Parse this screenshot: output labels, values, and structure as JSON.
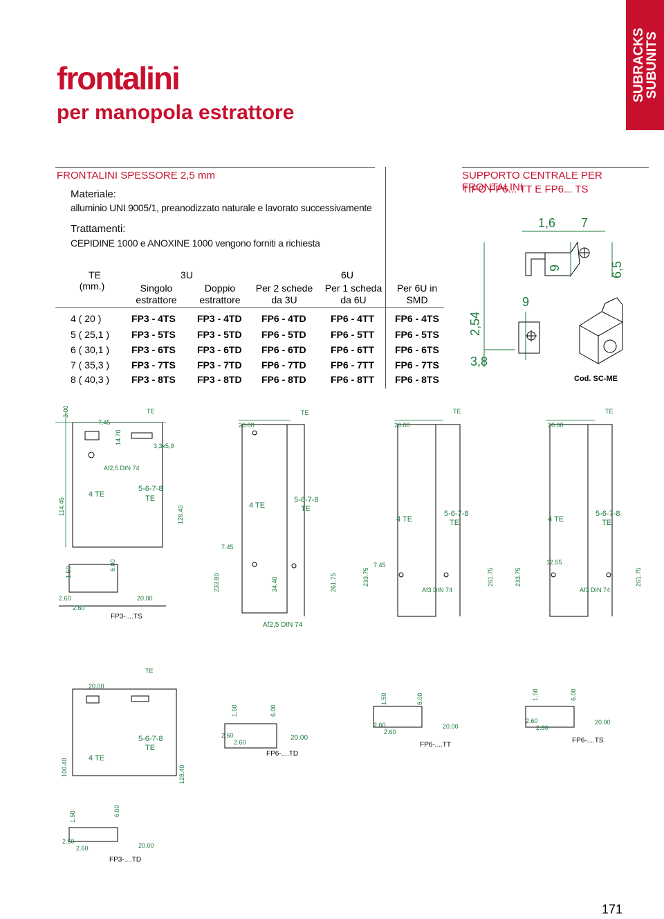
{
  "sidebar": {
    "line1": "SUBRACKS",
    "line2": "SUBUNITS"
  },
  "title": {
    "main": "frontalini",
    "sub": "per manopola estrattore"
  },
  "left": {
    "heading": "FRONTALINI SPESSORE 2,5 mm",
    "materiale_label": "Materiale:",
    "materiale_text": "alluminio UNI 9005/1, preanodizzato naturale e lavorato successivamente",
    "trattamenti_label": "Trattamenti:",
    "trattamenti_text": "CEPIDINE 1000 e ANOXINE 1000 vengono forniti a richiesta"
  },
  "table": {
    "te": "TE",
    "mm": "(mm.)",
    "group3u": "3U",
    "group6u": "6U",
    "cols": [
      "Singolo estrattore",
      "Doppio estrattore",
      "Per 2 schede da 3U",
      "Per 1 scheda da 6U",
      "Per 6U in SMD"
    ],
    "rows": [
      {
        "te": "4  ( 20 )",
        "c": [
          "FP3 - 4TS",
          "FP3 - 4TD",
          "FP6 - 4TD",
          "FP6 - 4TT",
          "FP6 - 4TS"
        ]
      },
      {
        "te": "5  ( 25,1 )",
        "c": [
          "FP3 - 5TS",
          "FP3 - 5TD",
          "FP6 - 5TD",
          "FP6 - 5TT",
          "FP6 - 5TS"
        ]
      },
      {
        "te": "6  ( 30,1 )",
        "c": [
          "FP3 - 6TS",
          "FP3 - 6TD",
          "FP6 - 6TD",
          "FP6 - 6TT",
          "FP6 - 6TS"
        ]
      },
      {
        "te": "7  ( 35,3 )",
        "c": [
          "FP3 - 7TS",
          "FP3 - 7TD",
          "FP6 - 7TD",
          "FP6 - 7TT",
          "FP6 - 7TS"
        ]
      },
      {
        "te": "8  ( 40,3 )",
        "c": [
          "FP3 - 8TS",
          "FP3 - 8TD",
          "FP6 - 8TD",
          "FP6 - 8TT",
          "FP6 - 8TS"
        ]
      }
    ]
  },
  "right": {
    "heading1": "SUPPORTO CENTRALE PER FRONTALINI",
    "heading2": "TIPO FP6... TT E FP6... TS",
    "dims": {
      "d16": "1,6",
      "d7": "7",
      "d9a": "9",
      "d65": "6,5",
      "d9b": "9",
      "d254": "2,54",
      "d38": "3,8"
    },
    "code": "Cod. SC-ME"
  },
  "drawings": {
    "te": "TE",
    "four_te": "4 TE",
    "five_eight": "5-6-7-8",
    "te2": "TE",
    "d2000": "20.00",
    "d300": "3.00",
    "d745": "7.45",
    "d1470": "14.70",
    "slot": "3,3x5,9",
    "af25": "Af2,5 DIN 74",
    "af3": "Af3 DIN 74",
    "d11445": "114.45",
    "d12840": "128.40",
    "d10040": "100.40",
    "d150": "1.50",
    "d600": "6.00",
    "d260": "2.60",
    "d23380": "233.80",
    "d3440": "34.40",
    "d26175": "261.75",
    "d23375": "233.75",
    "d1255": "12.55",
    "lbl_fp3ts": "FP3-....TS",
    "lbl_fp3td": "FP3-....TD",
    "lbl_fp6td": "FP6-....TD",
    "lbl_fp6tt": "FP6-....TT",
    "lbl_fp6ts": "FP6-....TS"
  },
  "page_number": "171"
}
